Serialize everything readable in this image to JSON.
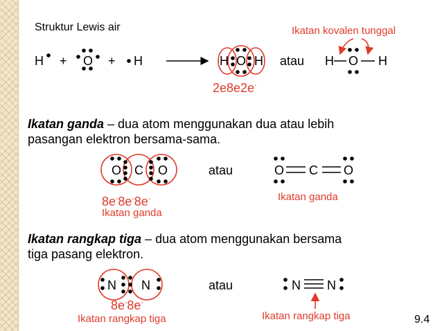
{
  "slide": {
    "section1_title": "Struktur Lewis air",
    "covalent_label": "Ikatan kovalen tunggal",
    "eq": {
      "h1": "H",
      "plus1": "+",
      "o": "O",
      "plus2": "+",
      "h2": "H",
      "water_h1": "H",
      "water_o": "O",
      "water_h2": "H",
      "or_word": "atau",
      "struct_h1": "H",
      "struct_o": "O",
      "struct_h2": "H"
    },
    "count1": "2e8e2e",
    "count1_sup": "-",
    "double_bond": {
      "term": "Ikatan ganda",
      "def_line1": " – dua atom menggunakan dua atau lebih",
      "def_line2": "pasangan elektron bersama-sama.",
      "o1": "O",
      "c": "C",
      "o2": "O",
      "or_word": "atau",
      "s_o1": "O",
      "s_c": "C",
      "s_o2": "O",
      "e1": "8e",
      "e2": "8e",
      "e3": "8e",
      "sup": "-",
      "label_left": "Ikatan ganda",
      "label_right": "Ikatan ganda"
    },
    "triple_bond": {
      "term": "Ikatan rangkap tiga",
      "def_line1": " – dua atom menggunakan bersama",
      "def_line2": "tiga pasang elektron.",
      "n1": "N",
      "n2": "N",
      "or_word": "atau",
      "s_n1": "N",
      "s_n2": "N",
      "e1": "8e",
      "e2": "8e",
      "sup": "-",
      "label_left": "Ikatan rangkap tiga",
      "label_right": "Ikatan rangkap tiga"
    },
    "page_number": "9.4"
  },
  "colors": {
    "accent_red": "#e03a2a",
    "text": "#000000",
    "stripe": "#f3e6c9"
  }
}
